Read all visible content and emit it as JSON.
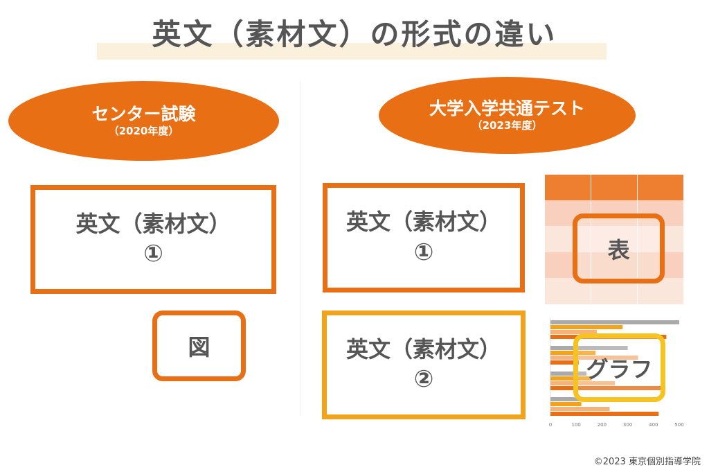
{
  "title": "英文（素材文）の形式の違い",
  "left": {
    "heading": "センター試験",
    "subheading": "（2020年度）",
    "box": {
      "line1": "英文（素材文）",
      "line2": "①"
    },
    "figure_label": "図"
  },
  "right": {
    "heading": "大学入学共通テスト",
    "subheading": "（2023年度）",
    "box1": {
      "line1": "英文（素材文）",
      "line2": "①"
    },
    "box2": {
      "line1": "英文（素材文）",
      "line2": "②"
    },
    "table_label": "表",
    "graph_label": "グラフ"
  },
  "colors": {
    "orange": "#e86f14",
    "amber": "#f3a31b",
    "yellow": "#f7c321",
    "light_orange": "#f7b27c",
    "pale": "#fbe0d2",
    "gray": "#aaaaaa"
  },
  "chart_data": {
    "type": "bar",
    "orientation": "horizontal",
    "categories": [
      "",
      "",
      "",
      ""
    ],
    "series": [
      {
        "color": "#aaaaaa",
        "values": [
          500,
          300,
          140,
          200
        ]
      },
      {
        "color": "#f3a31b",
        "values": [
          280,
          175,
          160,
          120
        ]
      },
      {
        "color": "#f7b27c",
        "values": [
          180,
          340,
          250,
          230
        ]
      },
      {
        "color": "#e86f14",
        "values": [
          450,
          110,
          440,
          420
        ]
      }
    ],
    "xlim": [
      0,
      500
    ],
    "xticks": [
      "0",
      "100",
      "200",
      "300",
      "400",
      "500"
    ]
  },
  "copyright": "©2023 東京個別指導学院"
}
